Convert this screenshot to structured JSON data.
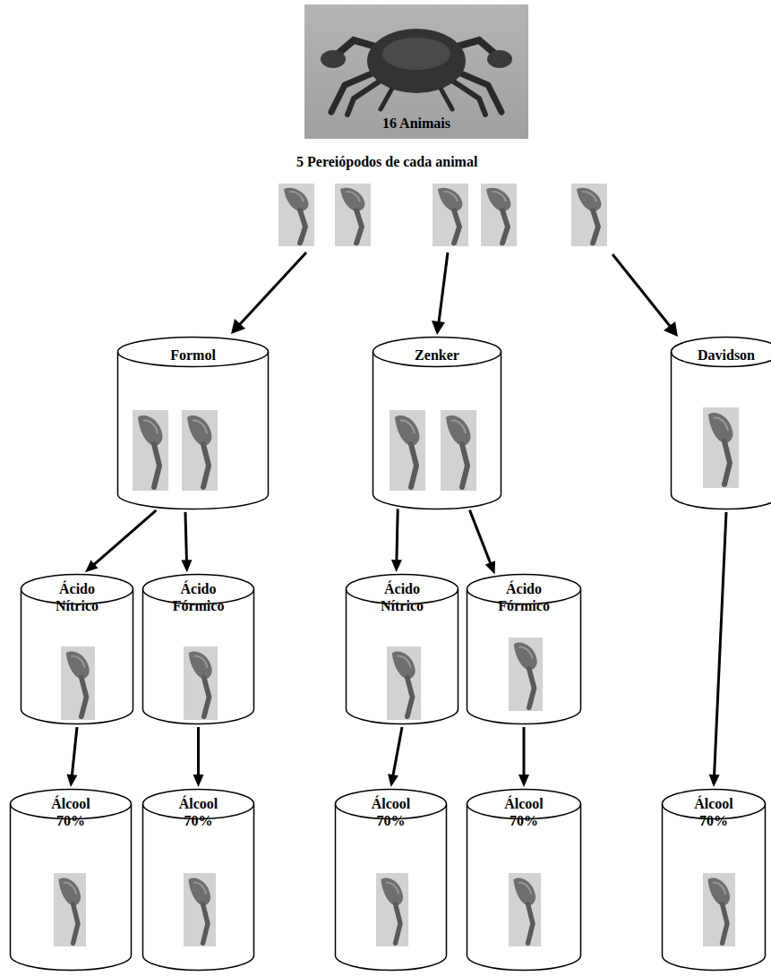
{
  "diagram": {
    "nodes": [
      {
        "text": [
          "16 Animais"
        ]
      },
      {
        "text": [
          "Formol"
        ]
      },
      {
        "text": [
          "Zenker"
        ]
      },
      {
        "text": [
          "Davidson"
        ]
      },
      {
        "text": [
          "Ácido Nítrico"
        ]
      },
      {
        "text": [
          "Ácido Fórmico"
        ]
      },
      {
        "text": [
          "Ácido Nítrico"
        ]
      },
      {
        "text": [
          "Ácido Fórmico"
        ]
      },
      {
        "text": [
          "Álcool 70%"
        ]
      },
      {
        "text": [
          "Álcool 70%"
        ]
      },
      {
        "text": [
          "Álcool 70%"
        ]
      },
      {
        "text": [
          "Álcool 70%"
        ]
      },
      {
        "text": [
          "Álcool 70%"
        ]
      }
    ],
    "edges": [
      {
        "from": 1,
        "to": 4,
        "arrow": "to"
      },
      {
        "from": 1,
        "to": 5,
        "arrow": "to"
      },
      {
        "from": 2,
        "to": 6,
        "arrow": "to"
      },
      {
        "from": 2,
        "to": 7,
        "arrow": "to"
      },
      {
        "from": 3,
        "to": 12,
        "arrow": "to"
      },
      {
        "from": 4,
        "to": 8,
        "arrow": "to"
      },
      {
        "from": 5,
        "to": 9,
        "arrow": "to"
      },
      {
        "from": 6,
        "to": 10,
        "arrow": "to"
      },
      {
        "from": 7,
        "to": 11,
        "arrow": "to"
      }
    ],
    "labels": [
      "5 Pereiópodos de cada animal"
    ]
  }
}
